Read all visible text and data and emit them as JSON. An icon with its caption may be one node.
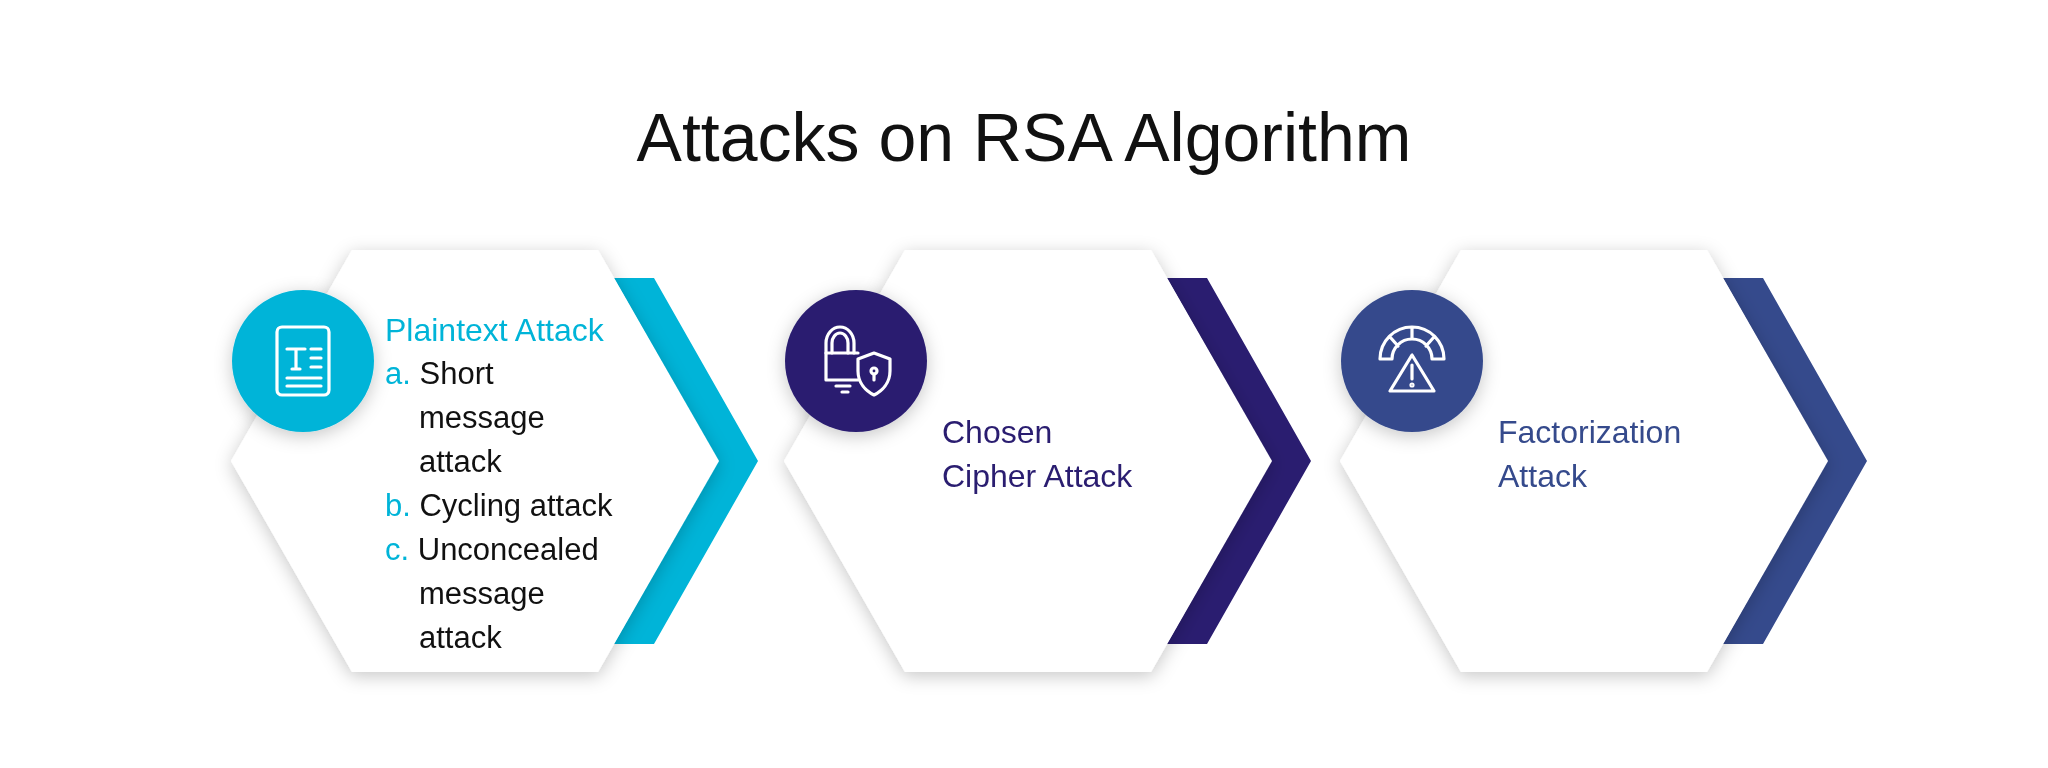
{
  "diagram": {
    "title": "Attacks on RSA Algorithm",
    "nodes": [
      {
        "text": [
          "Plaintext Attack",
          "a. Short message attack",
          "b. Cycling attack",
          "c. Unconcealed message attack"
        ]
      },
      {
        "text": [
          "Chosen Cipher Attack"
        ]
      },
      {
        "text": [
          "Factorization Attack"
        ]
      }
    ]
  }
}
